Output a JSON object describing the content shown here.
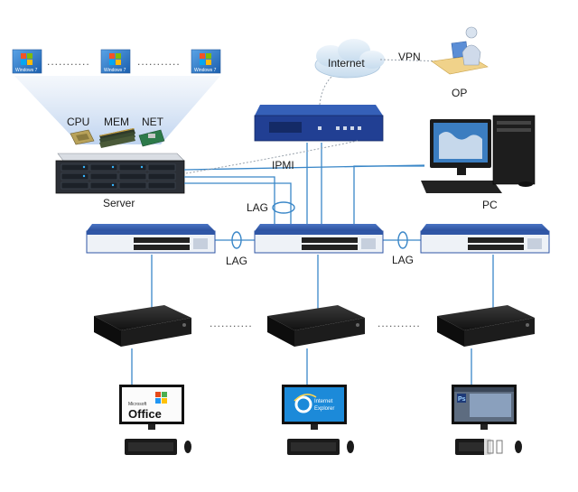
{
  "vm_desktops": [
    "Windows 7",
    "Windows 7",
    "Windows 7"
  ],
  "dots": "...........",
  "resources": {
    "cpu": "CPU",
    "mem": "MEM",
    "net": "NET"
  },
  "server": {
    "label": "Server"
  },
  "internet": {
    "label": "Internet"
  },
  "vpn": {
    "label": "VPN"
  },
  "op": {
    "label": "OP"
  },
  "ipmi": {
    "label": "IPMI"
  },
  "pc": {
    "label": "PC"
  },
  "lag": {
    "top": "LAG",
    "left": "LAG",
    "right": "LAG"
  },
  "apps": {
    "office_small": "Microsoft",
    "office_big": "Office",
    "ie_line1": "Internet",
    "ie_line2": "Explorer",
    "ps": "Ps"
  },
  "colors": {
    "link": "#3a87c8",
    "switch_body": "#2f56a6",
    "gateway_body": "#213f93",
    "thin_client": "#1c1c1c",
    "cloud": "#d9e7f3"
  }
}
